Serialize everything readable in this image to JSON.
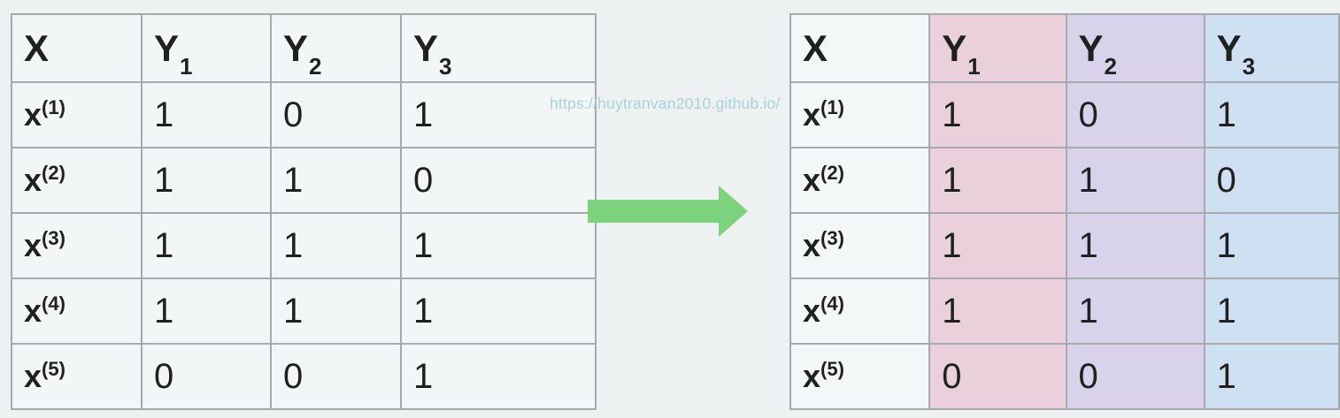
{
  "watermark": {
    "text": "https://huytranvan2010.github.io/",
    "color": "#a6d3d9"
  },
  "arrow": {
    "name": "right-arrow",
    "color": "#7dd37d",
    "direction": "right"
  },
  "table": {
    "columns": [
      {
        "label": "X",
        "sub": ""
      },
      {
        "label": "Y",
        "sub": "1"
      },
      {
        "label": "Y",
        "sub": "2"
      },
      {
        "label": "Y",
        "sub": "3"
      }
    ],
    "rows": [
      {
        "label": "x",
        "sup": "(1)",
        "values": [
          "1",
          "0",
          "1"
        ]
      },
      {
        "label": "x",
        "sup": "(2)",
        "values": [
          "1",
          "1",
          "0"
        ]
      },
      {
        "label": "x",
        "sup": "(3)",
        "values": [
          "1",
          "1",
          "1"
        ]
      },
      {
        "label": "x",
        "sup": "(4)",
        "values": [
          "1",
          "1",
          "1"
        ]
      },
      {
        "label": "x",
        "sup": "(5)",
        "values": [
          "0",
          "0",
          "1"
        ]
      }
    ]
  },
  "left_table": {
    "column_colors": [
      "#f3f6f6",
      "#f3f6f6",
      "#f3f6f6",
      "#f3f6f6"
    ]
  },
  "right_table": {
    "column_colors": [
      "#f4f7f7",
      "#e9d0da",
      "#d8d2ea",
      "#cfe0f3"
    ]
  },
  "colors": {
    "page_background": "#edf1f1",
    "table_border": "#a5aaad",
    "text": "#1e2021"
  }
}
